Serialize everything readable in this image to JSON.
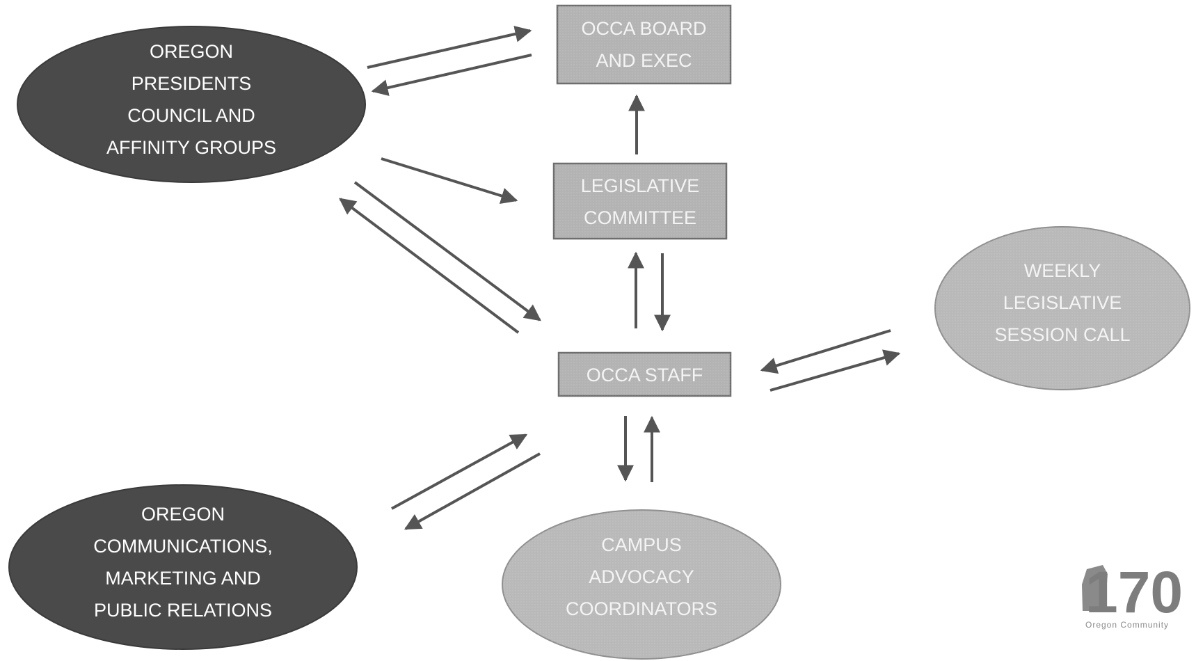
{
  "nodes": {
    "presidents": {
      "lines": [
        "OREGON",
        "PRESIDENTS",
        "COUNCIL AND",
        "AFFINITY GROUPS"
      ]
    },
    "board": {
      "lines": [
        "OCCA BOARD",
        "AND EXEC"
      ]
    },
    "legislative": {
      "lines": [
        "LEGISLATIVE",
        "COMMITTEE"
      ]
    },
    "staff": {
      "lines": [
        "OCCA STAFF"
      ]
    },
    "weekly": {
      "lines": [
        "WEEKLY",
        "LEGISLATIVE",
        "SESSION CALL"
      ]
    },
    "communications": {
      "lines": [
        "OREGON",
        "COMMUNICATIONS,",
        "MARKETING AND",
        "PUBLIC RELATIONS"
      ]
    },
    "campus": {
      "lines": [
        "CAMPUS",
        "ADVOCACY",
        "COORDINATORS"
      ]
    }
  },
  "colors": {
    "dark_ellipse": "#4a4a4a",
    "light_ellipse": "#b9b9b9",
    "box_fill": "#b3b3b3",
    "box_border": "#6e6e6e",
    "arrow": "#555555"
  },
  "logo": {
    "number": "170",
    "caption": "Oregon Community"
  }
}
